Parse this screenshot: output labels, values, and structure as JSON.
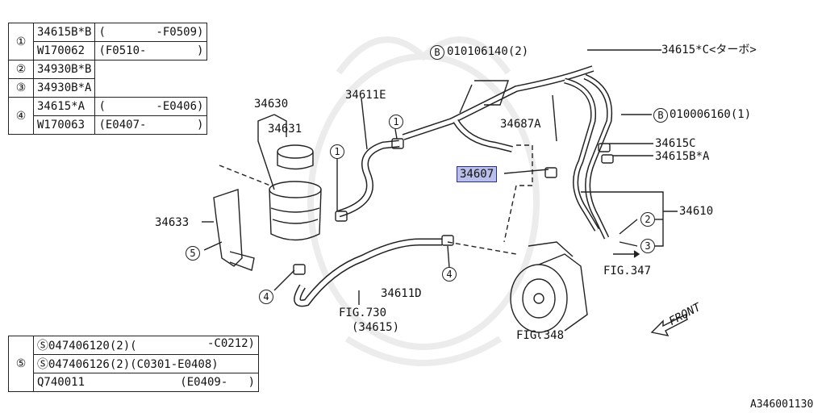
{
  "table1": {
    "rows": [
      {
        "ref": "①",
        "part": "34615B*B",
        "range_open": "(",
        "range": "-F0509)"
      },
      {
        "ref": "",
        "part": "W170062",
        "range_open": "(F0510-",
        "range": ")"
      },
      {
        "ref": "②",
        "part": "34930B*B",
        "range_open": "",
        "range": ""
      },
      {
        "ref": "③",
        "part": "34930B*A",
        "range_open": "",
        "range": ""
      },
      {
        "ref": "④",
        "part": "34615*A",
        "range_open": "(",
        "range": "-E0406)"
      },
      {
        "ref": "",
        "part": "W170063",
        "range_open": "(E0407-",
        "range": ")"
      }
    ]
  },
  "table2": {
    "ref": "⑤",
    "rows": [
      {
        "part": "Ⓢ047406120(2)(",
        "range": "-C0212)"
      },
      {
        "part": "Ⓢ047406126(2)(C0301-E0408)",
        "range": ""
      },
      {
        "part": "Q740011",
        "range": "(E0409-   )"
      }
    ]
  },
  "labels": {
    "p34630": "34630",
    "p34631": "34631",
    "p34633": "34633",
    "p34611E": "34611E",
    "p34611D": "34611D",
    "b010106140": "010106140(2)",
    "b010006160": "010006160(1)",
    "p34615C_turbo": "34615*C<ターボ>",
    "p34687A": "34687A",
    "p34607": "34607",
    "p34615C": "34615C",
    "p34615BA": "34615B*A",
    "p34610": "34610",
    "fig347": "FIG.347",
    "fig348": "FIG.348",
    "fig730": "FIG.730",
    "fig730_sub": "(34615)",
    "front": "FRONT",
    "code": "A346001130",
    "B": "B"
  },
  "callouts": {
    "c1": "1",
    "c2": "2",
    "c3": "3",
    "c4": "4",
    "c5": "5"
  },
  "colors": {
    "highlight": "#b9bfe8",
    "line": "#222222",
    "watermark": "#ececec"
  }
}
